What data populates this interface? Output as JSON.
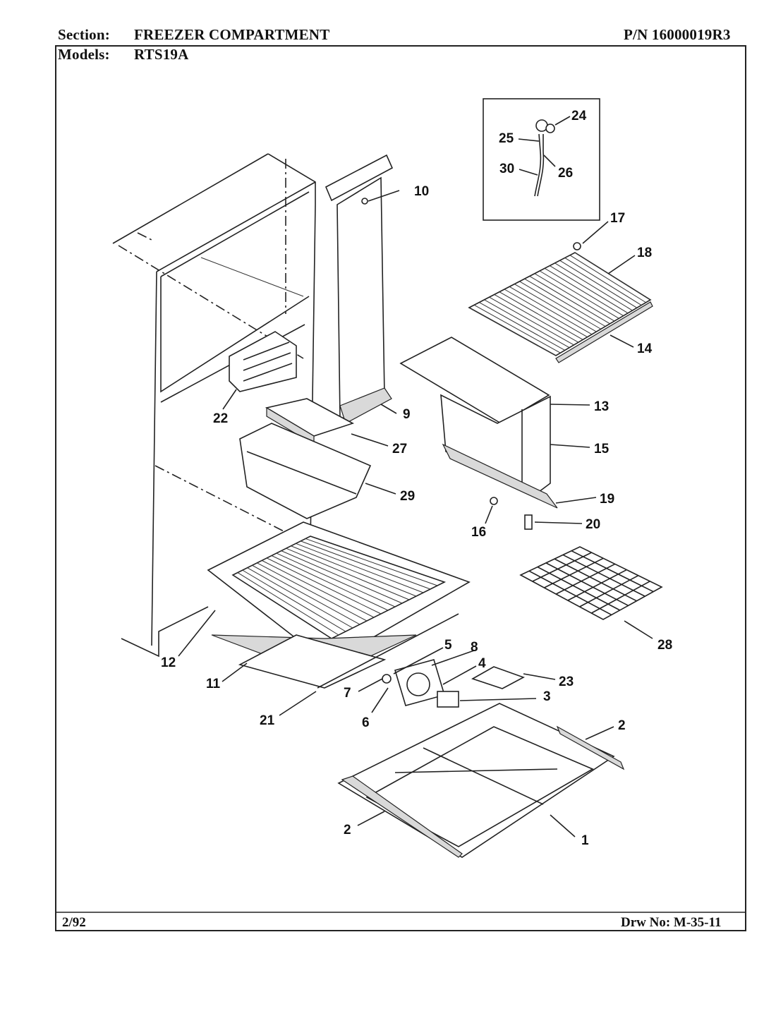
{
  "header": {
    "section_label": "Section:",
    "section_value": "FREEZER COMPARTMENT",
    "pn": "P/N 16000019R3",
    "models_label": "Models:",
    "models_value": "RTS19A"
  },
  "footer": {
    "date": "2/92",
    "drawing_no": "Drw No: M-35-11"
  },
  "callouts": [
    "24",
    "25",
    "26",
    "30",
    "17",
    "18",
    "10",
    "9",
    "14",
    "13",
    "15",
    "22",
    "27",
    "29",
    "19",
    "16",
    "20",
    "28",
    "12",
    "11",
    "21",
    "5",
    "8",
    "4",
    "7",
    "6",
    "23",
    "3",
    "2",
    "2",
    "1"
  ]
}
